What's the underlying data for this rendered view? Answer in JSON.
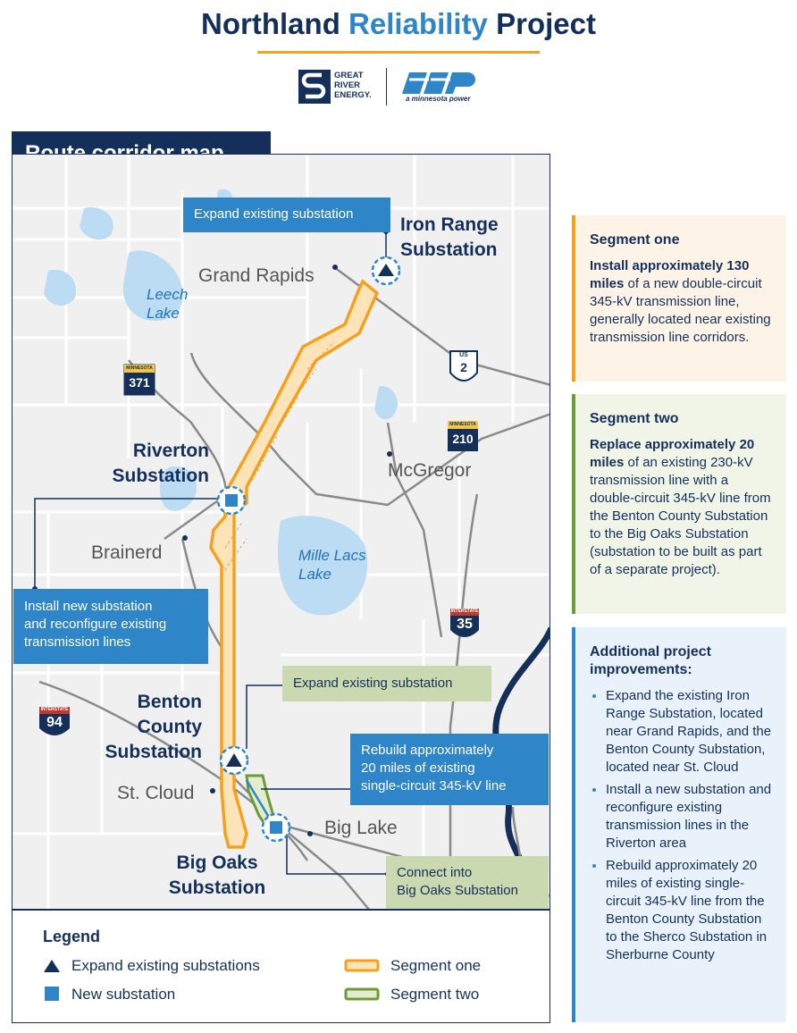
{
  "header": {
    "title_part1": "Northland",
    "title_part2": "Reliability",
    "title_part3": "Project"
  },
  "logos": {
    "gre_line1": "GREAT",
    "gre_line2": "RIVER",
    "gre_line3": "ENERGY.",
    "mp_text": "a minnesota power"
  },
  "map": {
    "header": "Route corridor map",
    "cities": {
      "grand_rapids": "Grand Rapids",
      "mcgregor": "McGregor",
      "brainerd": "Brainerd",
      "st_cloud": "St. Cloud",
      "big_lake": "Big Lake"
    },
    "lakes": {
      "leech_line1": "Leech",
      "leech_line2": "Lake",
      "mille_line1": "Mille Lacs",
      "mille_line2": "Lake"
    },
    "shields": {
      "us2_top": "US",
      "us2_num": "2",
      "mn371_num": "371",
      "mn210_num": "210",
      "mn_top": "MINNESOTA",
      "i35_top": "INTERSTATE",
      "i35_num": "35",
      "i94_top": "INTERSTATE",
      "i94_num": "94"
    },
    "substations": {
      "iron_range_line1": "Iron Range",
      "iron_range_line2": "Substation",
      "riverton_line1": "Riverton",
      "riverton_line2": "Substation",
      "benton_line1": "Benton",
      "benton_line2": "County",
      "benton_line3": "Substation",
      "big_oaks_line1": "Big Oaks",
      "big_oaks_line2": "Substation"
    },
    "callouts": {
      "expand_iron_range": "Expand existing substation",
      "install_riverton_line1": "Install new substation",
      "install_riverton_line2": "and reconfigure existing",
      "install_riverton_line3": "transmission lines",
      "expand_benton": "Expand existing substation",
      "rebuild_line1": "Rebuild approximately",
      "rebuild_line2": "20 miles of existing",
      "rebuild_line3": "single-circuit 345-kV line",
      "connect_line1": "Connect into",
      "connect_line2": "Big Oaks Substation"
    },
    "colors": {
      "segment_one": "#f4a11e",
      "segment_two": "#6e9b3a",
      "navy": "#14305a",
      "accent_blue": "#2e86c8",
      "water": "#bcdcf3"
    }
  },
  "legend": {
    "title": "Legend",
    "expand": "Expand existing substations",
    "new": "New substation",
    "segment_one": "Segment one",
    "segment_two": "Segment two"
  },
  "panels": {
    "segment_one": {
      "head": "Segment one",
      "bold1": "Install approximately",
      "bold2": "130 miles",
      "rest": " of a new double-circuit 345-kV transmission line, generally located near existing transmission line corridors."
    },
    "segment_two": {
      "head": "Segment two",
      "bold1": "Replace approximately",
      "bold2": "20 miles",
      "rest": " of an existing 230-kV transmission line with a double-circuit 345-kV line from the Benton County Substation to the Big Oaks Substation (substation to be built as part of a separate project)."
    },
    "additional": {
      "head": "Additional project improvements:",
      "items": [
        "Expand the existing Iron Range Substation, located near Grand Rapids, and the Benton County Substation, located near St. Cloud",
        "Install a new substation and reconfigure existing transmission lines in the Riverton area",
        "Rebuild approximately 20 miles of existing single-circuit 345-kV line from the Benton County Substation to the Sherco Substation in Sherburne County"
      ]
    }
  }
}
